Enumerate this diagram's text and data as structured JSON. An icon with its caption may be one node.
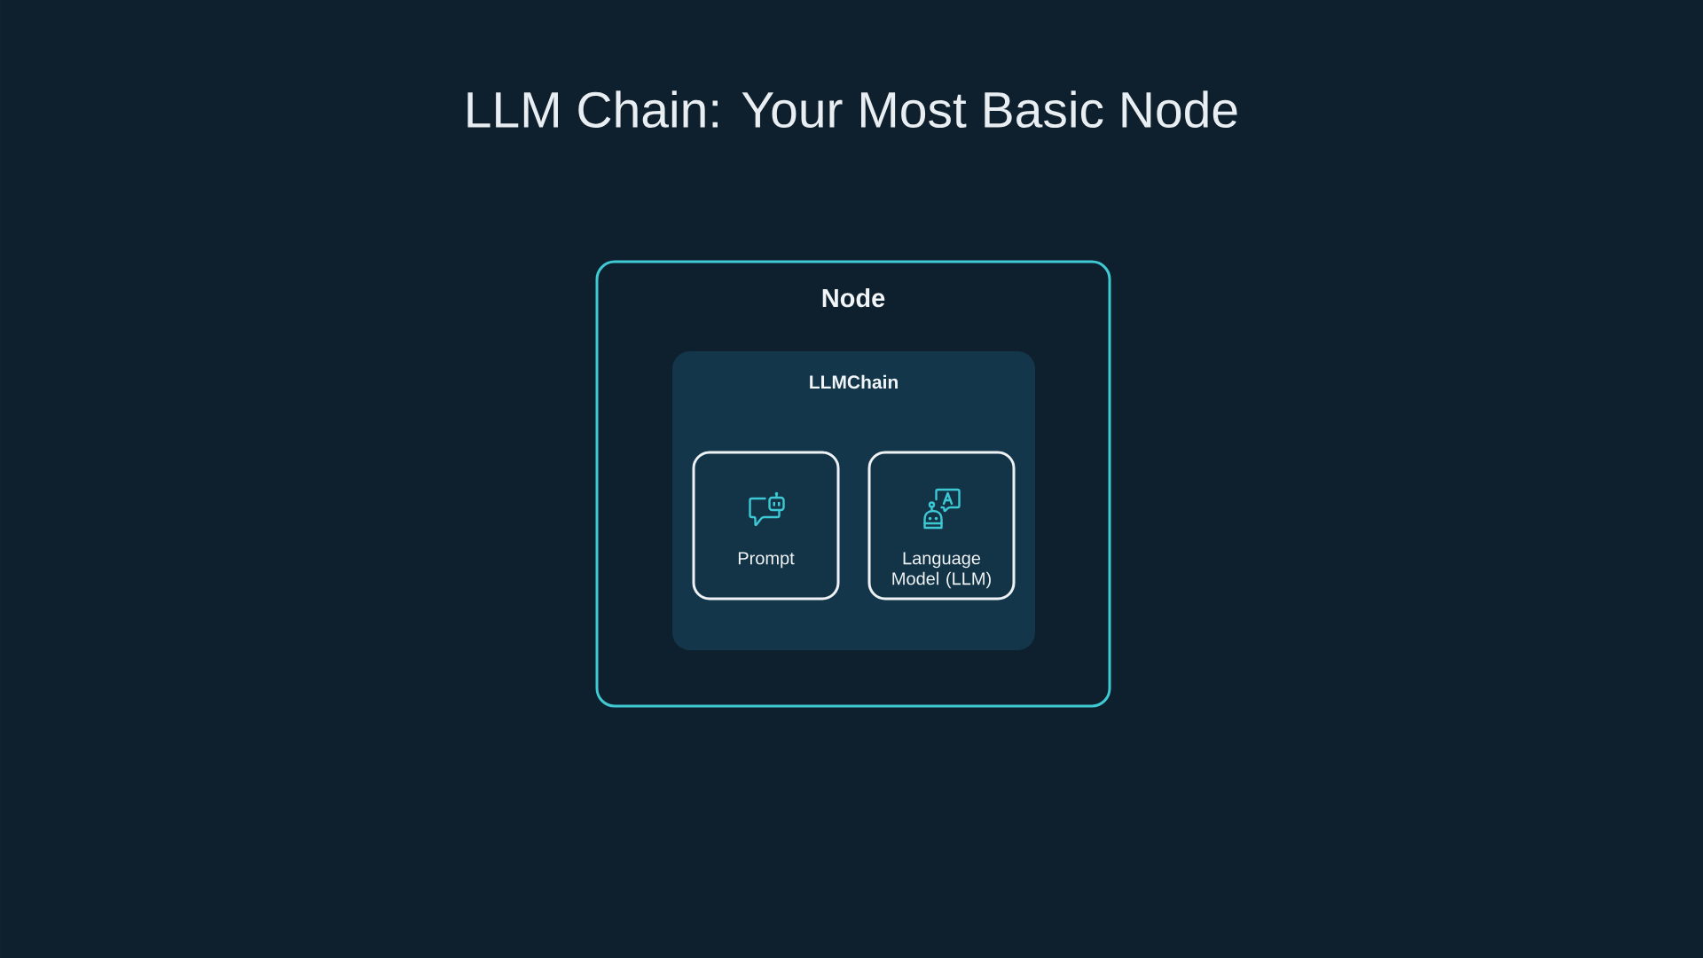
{
  "diagram": {
    "title": "LLM Chain: Your Most Basic Node",
    "nodes": [
      {
        "text": [
          "Node"
        ]
      },
      {
        "text": [
          "LLMChain"
        ],
        "in": 0
      },
      {
        "text": [
          "Prompt"
        ],
        "in": 1
      },
      {
        "text": [
          "Language Model (LLM)"
        ],
        "in": 1
      }
    ]
  }
}
